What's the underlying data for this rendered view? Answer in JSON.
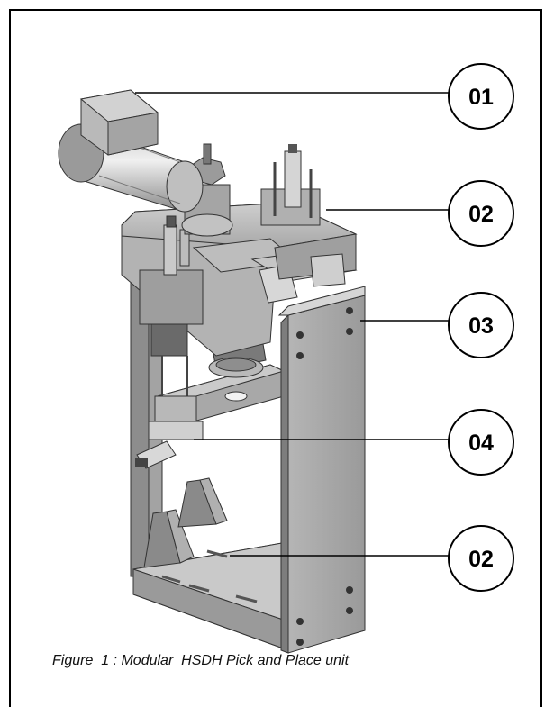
{
  "callouts": [
    {
      "label": "01"
    },
    {
      "label": "02"
    },
    {
      "label": "03"
    },
    {
      "label": "04"
    },
    {
      "label": "02"
    }
  ],
  "caption": "Figure  1 : Modular  HSDH Pick and Place unit",
  "colors": {
    "metal_light": "#d9d9d9",
    "metal_mid": "#a9a9a9",
    "metal_dark": "#6e6e6e",
    "outline": "#333333"
  }
}
